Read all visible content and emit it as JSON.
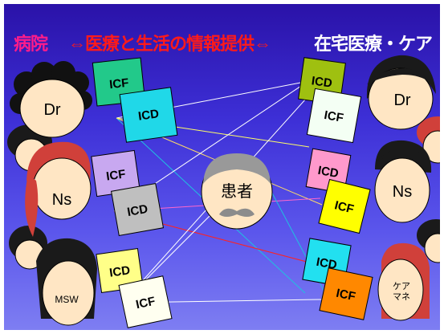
{
  "title": {
    "left": "病院",
    "middle": "⇔医療と生活の情報提供⇔",
    "right": "在宅医療・ケア"
  },
  "patient": {
    "label": "患者"
  },
  "left_staff": [
    {
      "role": "Dr",
      "card_back": "ICF",
      "card_front": "ICD"
    },
    {
      "role": "Ns",
      "card_back": "ICF",
      "card_front": "ICD"
    },
    {
      "role": "MSW",
      "card_back": "ICD",
      "card_front": "ICF"
    }
  ],
  "right_staff": [
    {
      "role": "Dr",
      "card_back": "ICD",
      "card_front": "ICF"
    },
    {
      "role": "Ns",
      "card_back": "ICD",
      "card_front": "ICF"
    },
    {
      "role": "ケア\nマネ",
      "card_back": "ICD",
      "card_front": "ICF"
    }
  ],
  "colors": {
    "background_top": "#2a12a8",
    "background_bottom": "#7e7ef2",
    "title_left": "#ff1c8a",
    "title_middle": "#ff1a1a",
    "title_right": "#ffffff",
    "face": "#ffe6c4",
    "hair": "#1a1a1a",
    "card_left_dr_back": "#22c98a",
    "card_left_dr_front": "#20d8e8",
    "card_left_ns_back": "#c8a8f0",
    "card_left_ns_front": "#bfbfbf",
    "card_left_msw_back": "#ffff88",
    "card_left_msw_front": "#fffff0",
    "card_right_dr_back": "#9fc010",
    "card_right_dr_front": "#f4fff4",
    "card_right_ns_back": "#ff99cc",
    "card_right_ns_front": "#ffff00",
    "card_right_cm_back": "#22e0f0",
    "card_right_cm_front": "#ff8800"
  }
}
